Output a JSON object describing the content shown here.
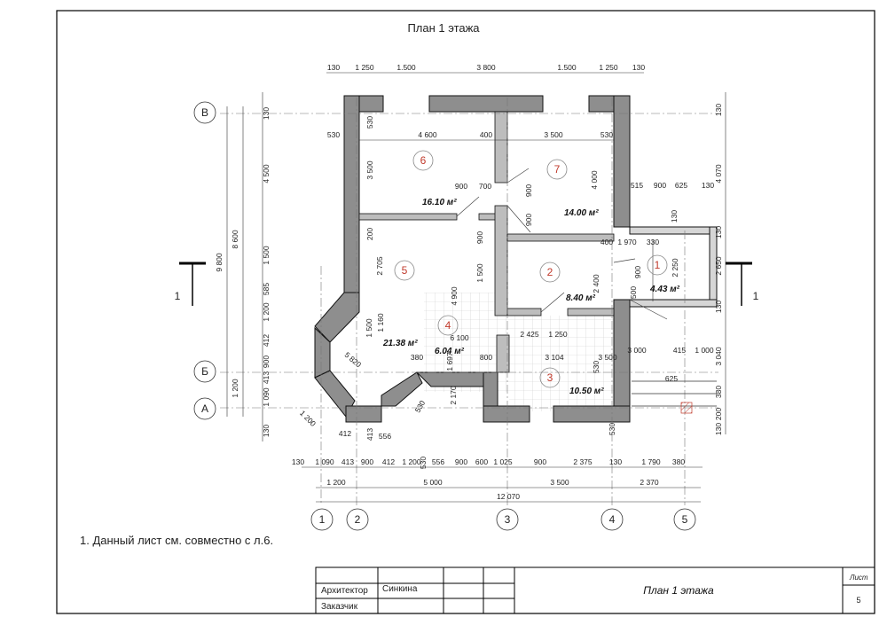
{
  "sheet": {
    "title": "План 1 этажа",
    "note": "1. Данный лист см. совместно с л.6.",
    "section_mark": "1"
  },
  "title_block": {
    "architect_label": "Архитектор",
    "architect_name": "Синкина",
    "customer_label": "Заказчик",
    "drawing_name": "План 1 этажа",
    "sheet_label": "Лист",
    "sheet_number": "5"
  },
  "axes": {
    "vertical": [
      "1",
      "2",
      "3",
      "4",
      "5"
    ],
    "horizontal": [
      "В",
      "Б",
      "А"
    ]
  },
  "rooms": [
    {
      "number": "1",
      "area": "4.43 м²"
    },
    {
      "number": "2",
      "area": "8.40 м²"
    },
    {
      "number": "3",
      "area": "10.50 м²"
    },
    {
      "number": "4",
      "area": "6.04 м²"
    },
    {
      "number": "5",
      "area": "21.38 м²"
    },
    {
      "number": "6",
      "area": "16.10 м²"
    },
    {
      "number": "7",
      "area": "14.00 м²"
    }
  ],
  "dimensions": {
    "top_chain": [
      "130",
      "1 250",
      "1.500",
      "3 800",
      "1.500",
      "1 250",
      "130"
    ],
    "bottom_chain_1": [
      "130",
      "1 090",
      "413",
      "900",
      "412",
      "1 200",
      "556",
      "900",
      "600",
      "1 025",
      "900",
      "2 375",
      "130",
      "1 790",
      "380"
    ],
    "bottom_chain_2": [
      "1 200",
      "5 000",
      "3 500",
      "2 370"
    ],
    "bottom_total": "12 070",
    "left_outer": [
      "130",
      "4 500",
      "1 500",
      "585",
      "1 200",
      "412",
      "900",
      "413",
      "1 090",
      "130"
    ],
    "left_totals": [
      "8 600",
      "9 800",
      "1 200"
    ],
    "right_outer": [
      "130",
      "4 070",
      "130",
      "2 650",
      "130",
      "3 040",
      "380",
      "200",
      "130"
    ],
    "interior": [
      "4 600",
      "400",
      "3 500",
      "530",
      "530",
      "530",
      "900",
      "700",
      "900",
      "3 500",
      "4 000",
      "900",
      "200",
      "2 705",
      "1 500",
      "900",
      "400",
      "1 970",
      "330",
      "515",
      "900",
      "625",
      "130",
      "130",
      "2 250",
      "900",
      "500",
      "2 400",
      "4 900",
      "1 500",
      "6 100",
      "2 425",
      "1 250",
      "800",
      "380",
      "5 820",
      "3 104",
      "3 500",
      "530",
      "3 000",
      "415",
      "1 000",
      "625",
      "2 170",
      "530",
      "1 697",
      "1 160",
      "530",
      "556",
      "412",
      "1 200",
      "413",
      "530",
      "130"
    ]
  }
}
